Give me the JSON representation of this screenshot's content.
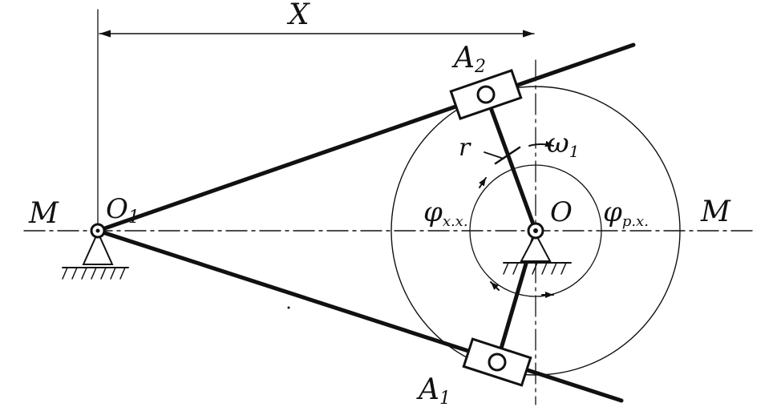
{
  "labels": {
    "x_dim": "X",
    "a2": "A",
    "a2_sub": "2",
    "a1": "A",
    "a1_sub": "1",
    "o1": "O",
    "o1_sub": "1",
    "o": "O",
    "r": "r",
    "omega": "ω",
    "omega_sub": "1",
    "m_left": "M",
    "m_right": "M",
    "phi_xx": "φ",
    "phi_xx_sub": "x.x.",
    "phi_px": "φ",
    "phi_px_sub": "p.x."
  },
  "colors": {
    "ink": "#111111",
    "paper": "#ffffff"
  }
}
